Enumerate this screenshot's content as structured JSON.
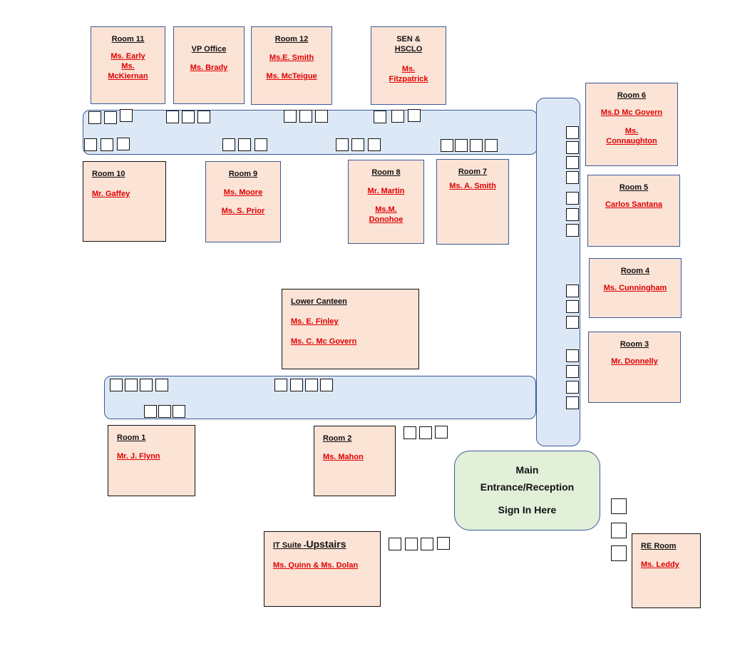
{
  "rooms": {
    "room11": {
      "title": "Room 11",
      "staff": [
        "Ms. Early",
        "Ms.",
        "McKiernan"
      ]
    },
    "vp": {
      "title": "VP Office",
      "staff": [
        "Ms. Brady"
      ]
    },
    "room12": {
      "title": "Room 12",
      "staff": [
        "Ms.E. Smith",
        "Ms. McTeigue"
      ]
    },
    "sen": {
      "title_lines": [
        "SEN &",
        "HSCLO"
      ],
      "staff": [
        "Ms.",
        "Fitzpatrick"
      ]
    },
    "room6": {
      "title": "Room 6",
      "staff": [
        "Ms.D Mc Govern",
        "Ms.",
        "Connaughton"
      ]
    },
    "room10": {
      "title": "Room 10",
      "staff": [
        "Mr. Gaffey"
      ]
    },
    "room9": {
      "title": "Room 9",
      "staff": [
        "Ms. Moore",
        "Ms. S. Prior"
      ]
    },
    "room8": {
      "title": "Room 8",
      "staff": [
        "Mr. Martin",
        "Ms.M.",
        "Donohoe"
      ]
    },
    "room7": {
      "title": "Room 7",
      "staff": [
        "Ms. A. Smith"
      ]
    },
    "room5": {
      "title": "Room 5",
      "staff": [
        "Carlos Santana"
      ]
    },
    "room4": {
      "title": "Room 4",
      "staff": [
        "Ms. Cunningham"
      ]
    },
    "room3": {
      "title": "Room 3",
      "staff": [
        "Mr. Donnelly"
      ]
    },
    "canteen": {
      "title": "Lower Canteen",
      "staff": [
        "Ms. E. Finley",
        "Ms. C. Mc Govern"
      ]
    },
    "room1": {
      "title": "Room 1",
      "staff": [
        "Mr. J. Flynn"
      ]
    },
    "room2": {
      "title": "Room 2",
      "staff": [
        "Ms. Mahon"
      ]
    },
    "it": {
      "title_small": "IT Suite -",
      "title_big": "Upstairs",
      "staff": [
        "Ms. Quinn & Ms. Dolan"
      ]
    },
    "re": {
      "title": "RE Room",
      "staff": [
        "Ms. Leddy"
      ]
    }
  },
  "entrance": {
    "lines": [
      "Main",
      "Entrance/Reception",
      "Sign In Here"
    ]
  },
  "colors": {
    "room_fill": "#fbe3d6",
    "corridor_fill": "#dde8f6",
    "entrance_fill": "#e2efd9",
    "staff_text": "#e00000",
    "border_blue": "#3a5a99"
  }
}
